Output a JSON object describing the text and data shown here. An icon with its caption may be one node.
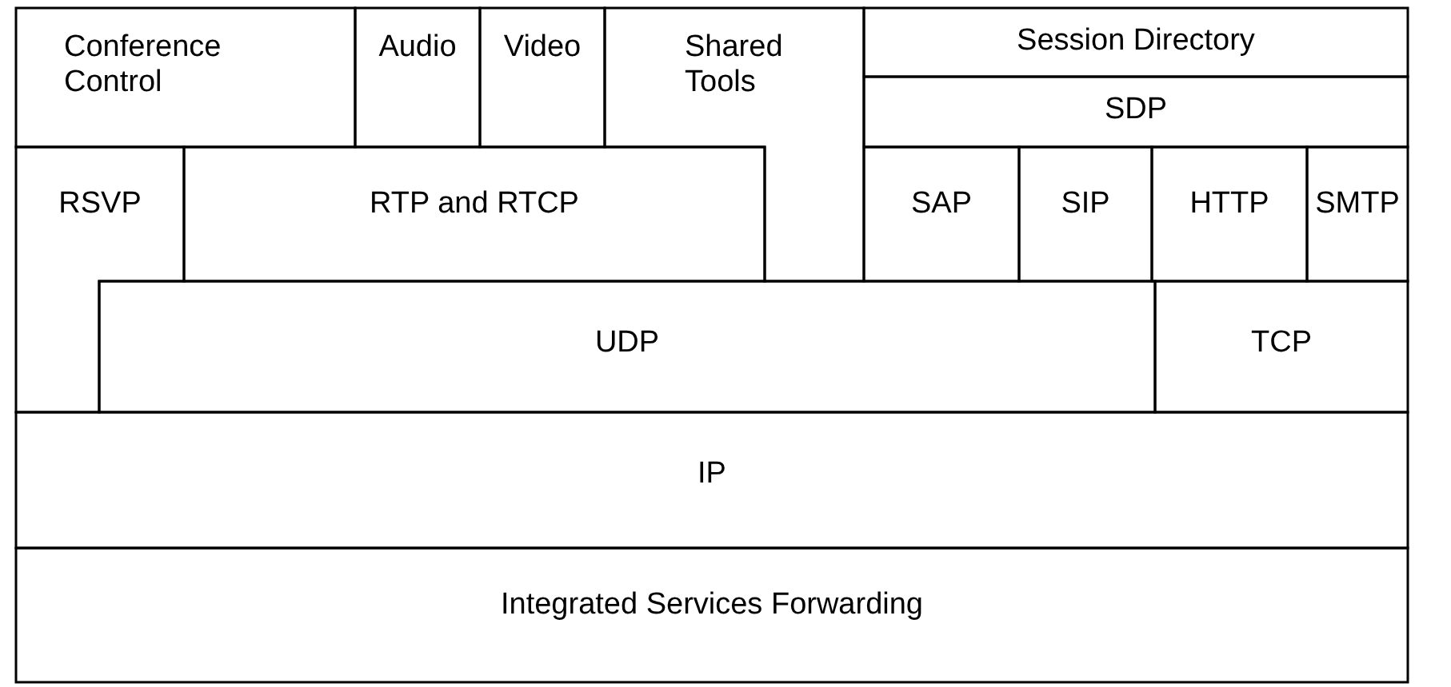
{
  "diagram": {
    "nodes": [
      {
        "text": [
          "Conference Control"
        ]
      },
      {
        "text": [
          "Audio"
        ]
      },
      {
        "text": [
          "Video"
        ]
      },
      {
        "text": [
          "Shared Tools"
        ]
      },
      {
        "text": [
          "Session Directory"
        ]
      },
      {
        "text": [
          "SDP"
        ]
      },
      {
        "text": [
          "RSVP"
        ]
      },
      {
        "text": [
          "RTP and RTCP"
        ]
      },
      {
        "text": [
          "SAP"
        ]
      },
      {
        "text": [
          "SIP"
        ]
      },
      {
        "text": [
          "HTTP"
        ]
      },
      {
        "text": [
          "SMTP"
        ]
      },
      {
        "text": [
          "UDP"
        ]
      },
      {
        "text": [
          "TCP"
        ]
      },
      {
        "text": [
          "IP"
        ]
      },
      {
        "text": [
          "Integrated Services Forwarding"
        ]
      }
    ]
  }
}
